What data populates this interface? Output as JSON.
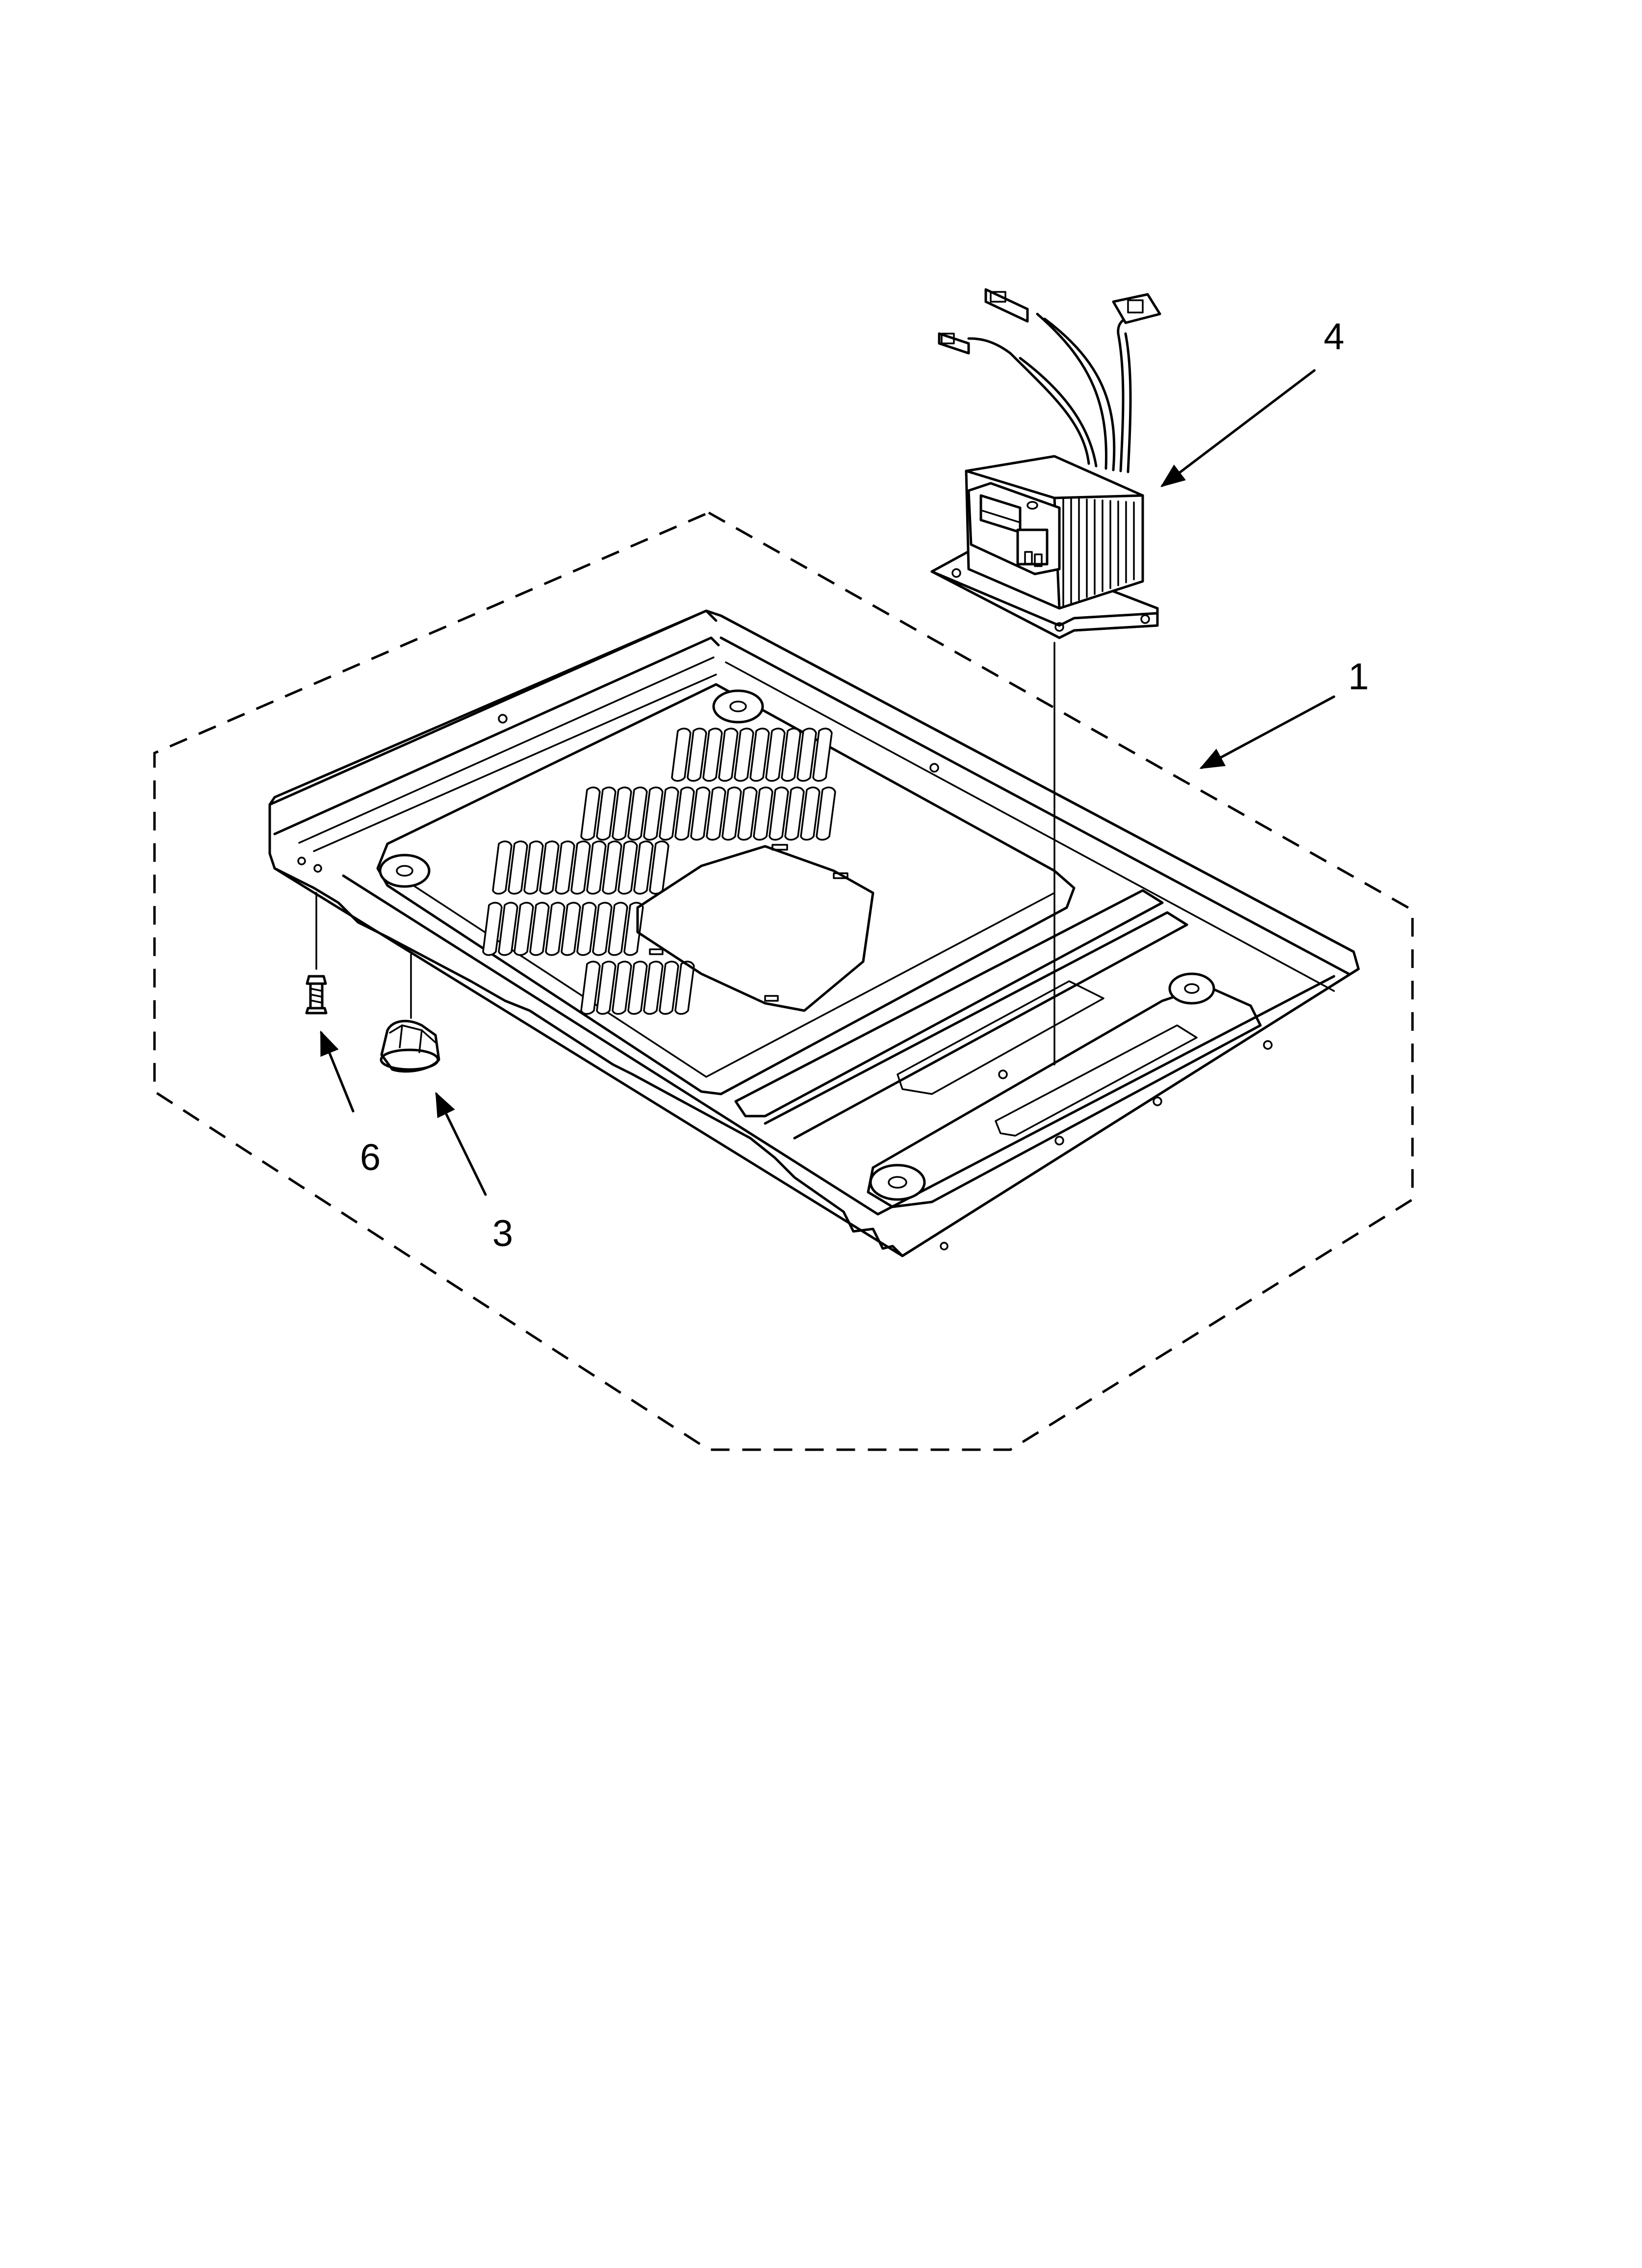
{
  "diagram": {
    "callouts": [
      {
        "id": "callout-1",
        "label": "1"
      },
      {
        "id": "callout-3",
        "label": "3"
      },
      {
        "id": "callout-4",
        "label": "4"
      },
      {
        "id": "callout-6",
        "label": "6"
      }
    ]
  },
  "colors": {
    "line": "#000000",
    "background": "#ffffff"
  }
}
